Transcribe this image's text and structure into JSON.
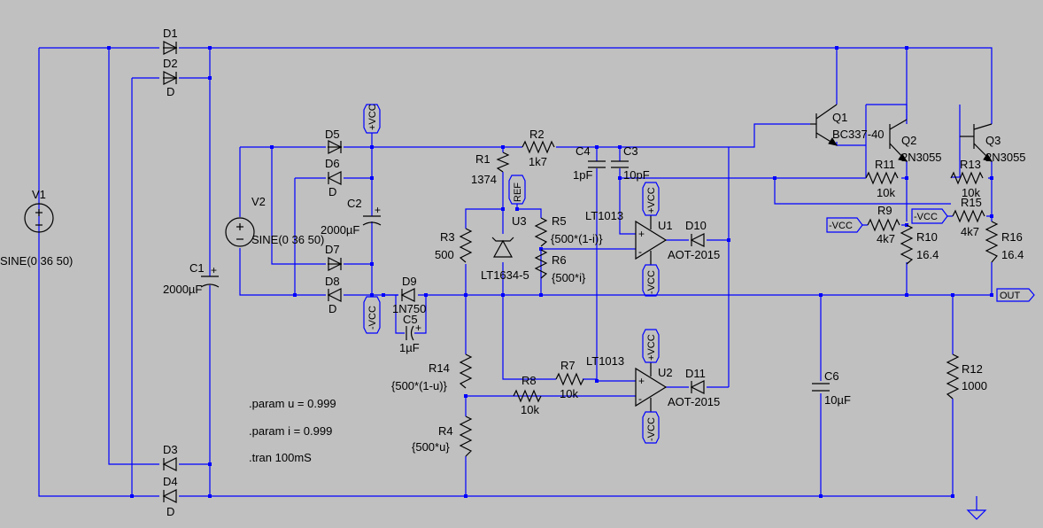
{
  "labels": {
    "D1": "D1",
    "D2": "D2",
    "D3": "D3",
    "D4": "D4",
    "D5": "D5",
    "D6": "D6",
    "D7": "D7",
    "D8": "D8",
    "D9": "D9",
    "D10": "D10",
    "D11": "D11",
    "D_model": "D",
    "V1": "V1",
    "V1_val": "SINE(0 36 50)",
    "V2": "V2",
    "V2_val": "SINE(0 36 50)",
    "C1": "C1",
    "C1_val": "2000µF",
    "C2": "C2",
    "C2_val": "2000µF",
    "C3": "C3",
    "C3_val": "10pF",
    "C4": "C4",
    "C4_val": "1pF",
    "C5": "C5",
    "C5_val": "1µF",
    "C6": "C6",
    "C6_val": "10µF",
    "R1": "R1",
    "R1_val": "1374",
    "R2": "R2",
    "R2_val": "1k7",
    "R3": "R3",
    "R3_val": "500",
    "R4": "R4",
    "R4_val": "{500*u}",
    "R5": "R5",
    "R5_val": "{500*(1-i)}",
    "R6": "R6",
    "R6_val": "{500*i}",
    "R7": "R7",
    "R7_val": "10k",
    "R8": "R8",
    "R8_val": "10k",
    "R9": "R9",
    "R9_val": "4k7",
    "R10": "R10",
    "R10_val": "16.4",
    "R11": "R11",
    "R11_val": "10k",
    "R12": "R12",
    "R12_val": "1000",
    "R13": "R13",
    "R13_val": "10k",
    "R14": "R14",
    "R14_val": "{500*(1-u)}",
    "R15": "R15",
    "R15_val": "4k7",
    "R16": "R16",
    "R16_val": "16.4",
    "Q1": "Q1",
    "Q1_val": "BC337-40",
    "Q2": "Q2",
    "Q2_val": "2N3055",
    "Q3": "Q3",
    "Q3_val": "2N3055",
    "U1": "U1",
    "U2": "U2",
    "U_model": "LT1013",
    "U3": "U3",
    "U3_val": "LT1634-5",
    "D9_val": "1N750",
    "D10_val": "AOT-2015",
    "D11_val": "AOT-2015",
    "flag_vcc": "+VCC",
    "flag_nvcc": "-VCC",
    "flag_ref": "REF",
    "flag_out": "OUT",
    "dir_u": ".param u = 0.999",
    "dir_i": ".param i = 0.999",
    "dir_tran": ".tran 100mS"
  }
}
